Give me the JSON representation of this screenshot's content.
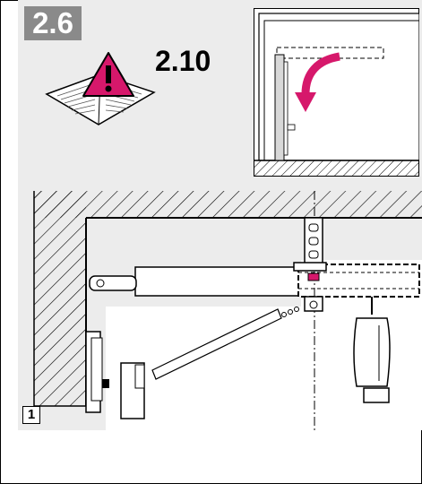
{
  "step": {
    "number": "2.6"
  },
  "reference": {
    "section": "2.10"
  },
  "figure": {
    "label": "1"
  },
  "colors": {
    "warning_accent": "#d6186b",
    "badge_gray": "#8a8a8a",
    "panel_gray": "#ececec"
  },
  "icons": [
    "warning-triangle-icon",
    "manual-book-icon",
    "rotate-arrow-icon"
  ]
}
